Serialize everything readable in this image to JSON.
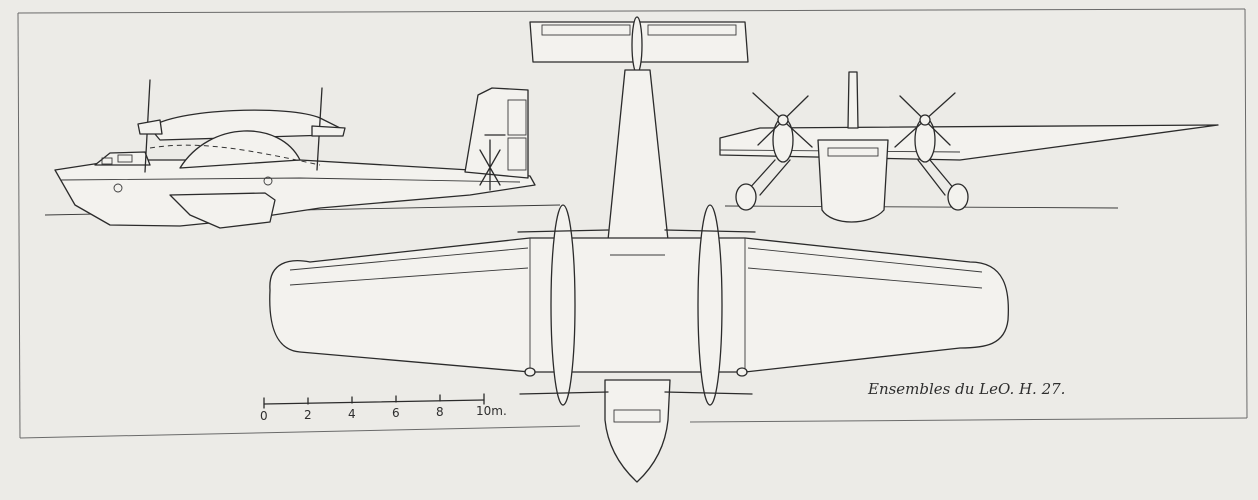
{
  "caption": "Ensembles du LeO. H. 27.",
  "scale": {
    "ticks": [
      "0",
      "2",
      "4",
      "6",
      "8",
      "10m."
    ]
  },
  "colors": {
    "paper": "#ecebe7",
    "ink": "#2b2b2b"
  }
}
